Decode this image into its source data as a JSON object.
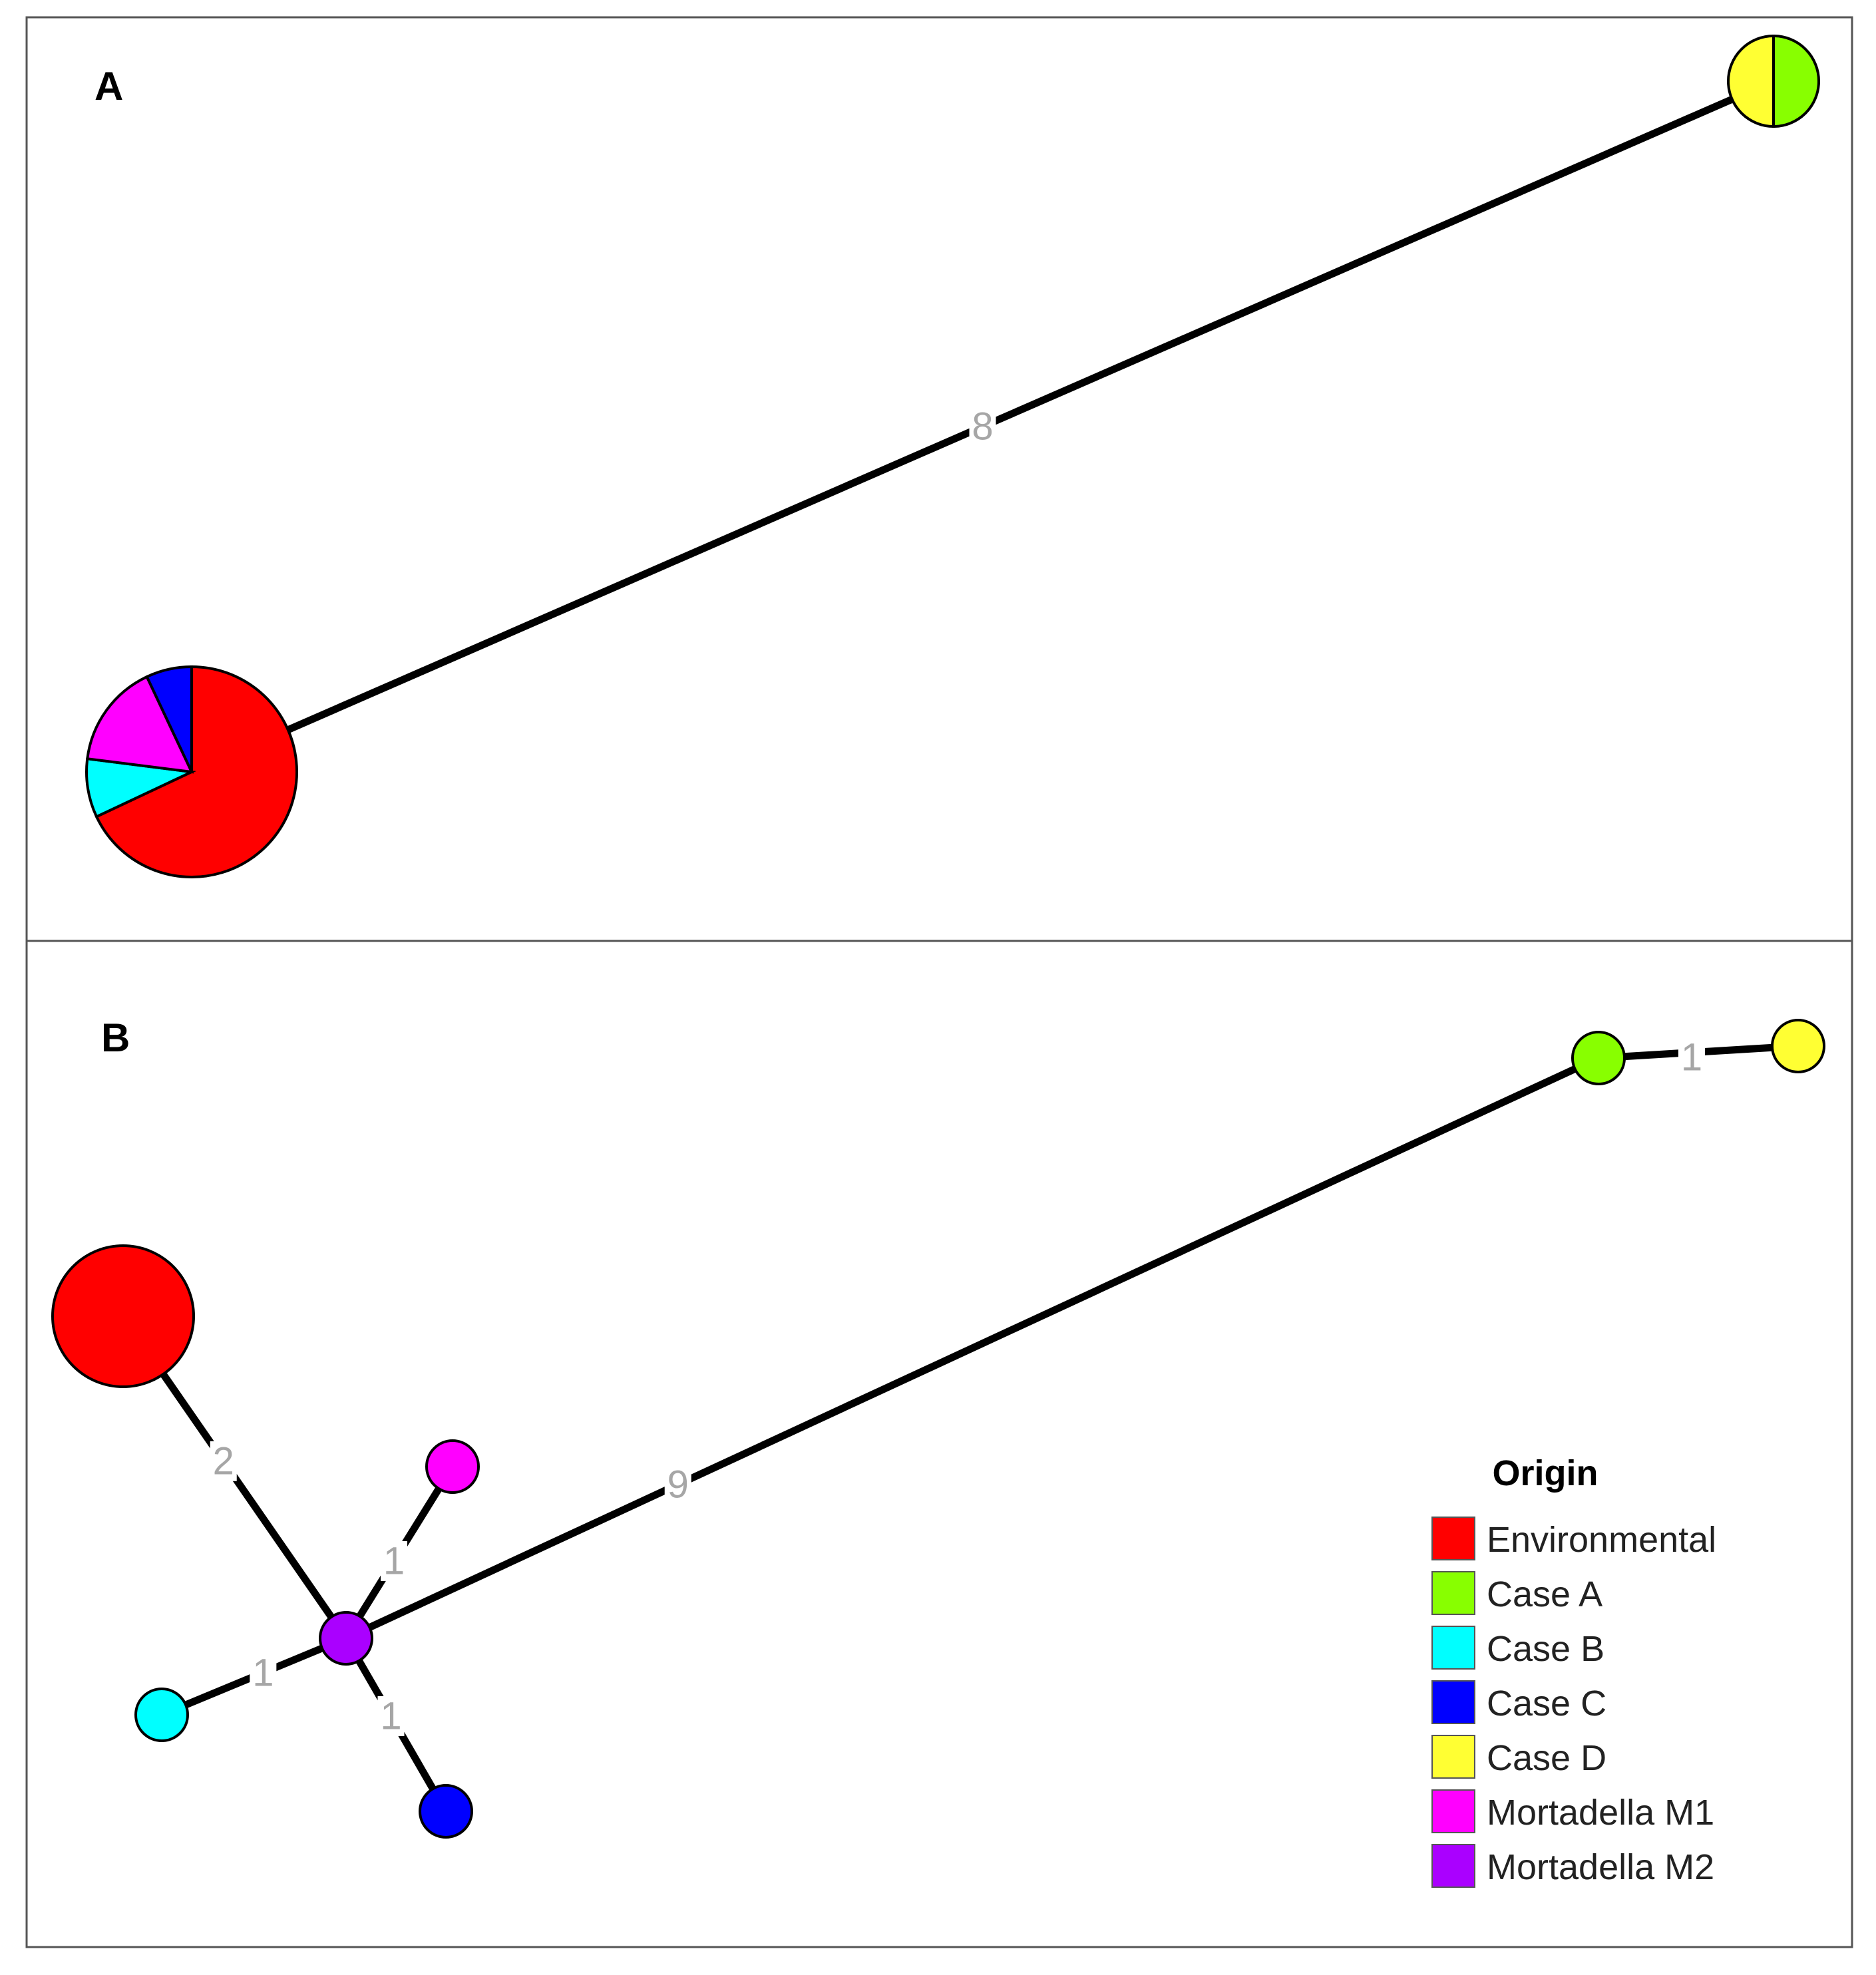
{
  "colors": {
    "Environmental": "#ff0000",
    "Case A": "#88ff00",
    "Case B": "#00ffff",
    "Case C": "#0000ff",
    "Case D": "#ffff33",
    "Mortadella M1": "#ff00ff",
    "Mortadella M2": "#aa00ff"
  },
  "panels": [
    {
      "label": "A",
      "nodes": [
        {
          "id": "a1",
          "slices": [
            {
              "origin": "Environmental",
              "fraction": 0.68
            },
            {
              "origin": "Case B",
              "fraction": 0.09
            },
            {
              "origin": "Mortadella M1",
              "fraction": 0.16
            },
            {
              "origin": "Case C",
              "fraction": 0.07
            }
          ]
        },
        {
          "id": "a2",
          "slices": [
            {
              "origin": "Case A",
              "fraction": 0.5
            },
            {
              "origin": "Case D",
              "fraction": 0.5
            }
          ]
        }
      ],
      "edges": [
        {
          "from": "a1",
          "to": "a2",
          "label": "8"
        }
      ]
    },
    {
      "label": "B",
      "nodes": [
        {
          "id": "env",
          "origin": "Environmental"
        },
        {
          "id": "m2",
          "origin": "Mortadella M2"
        },
        {
          "id": "m1",
          "origin": "Mortadella M1"
        },
        {
          "id": "cb",
          "origin": "Case B"
        },
        {
          "id": "cc",
          "origin": "Case C"
        },
        {
          "id": "ca",
          "origin": "Case A"
        },
        {
          "id": "cd",
          "origin": "Case D"
        }
      ],
      "edges": [
        {
          "from": "env",
          "to": "m2",
          "label": "2"
        },
        {
          "from": "m2",
          "to": "m1",
          "label": "1"
        },
        {
          "from": "m2",
          "to": "cb",
          "label": "1"
        },
        {
          "from": "m2",
          "to": "cc",
          "label": "1"
        },
        {
          "from": "m2",
          "to": "ca",
          "label": "9"
        },
        {
          "from": "ca",
          "to": "cd",
          "label": "1"
        }
      ]
    }
  ],
  "legend": {
    "title": "Origin",
    "items": [
      {
        "label": "Environmental",
        "color": "#ff0000"
      },
      {
        "label": "Case A",
        "color": "#88ff00"
      },
      {
        "label": "Case B",
        "color": "#00ffff"
      },
      {
        "label": "Case C",
        "color": "#0000ff"
      },
      {
        "label": "Case D",
        "color": "#ffff33"
      },
      {
        "label": "Mortadella M1",
        "color": "#ff00ff"
      },
      {
        "label": "Mortadella M2",
        "color": "#aa00ff"
      }
    ]
  }
}
